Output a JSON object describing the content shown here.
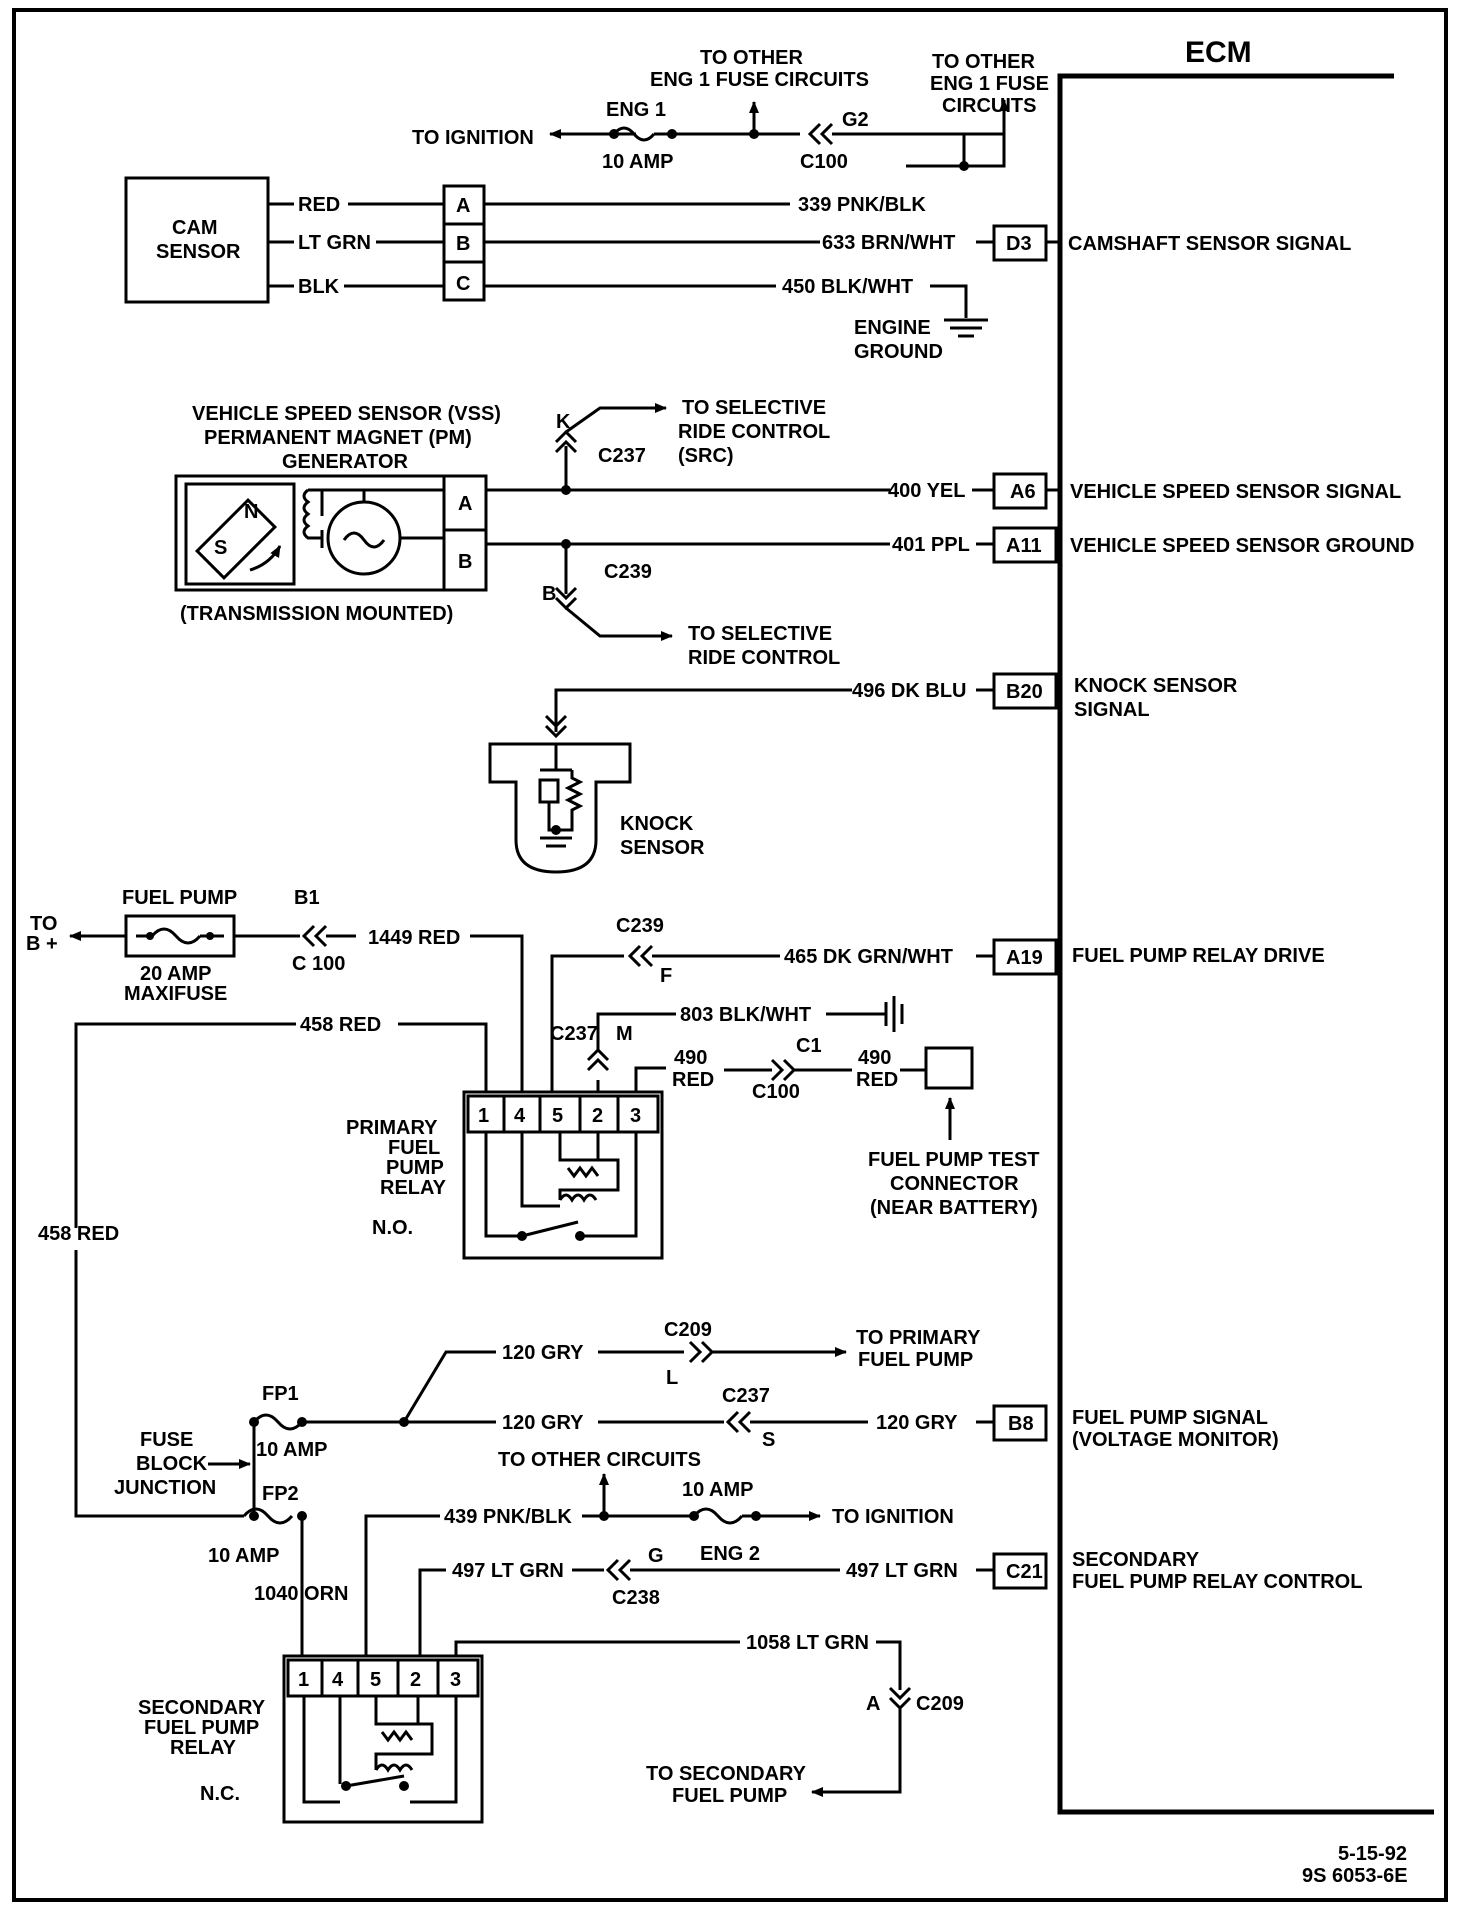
{
  "ecm": {
    "title": "ECM"
  },
  "top": {
    "to_ignition": "TO IGNITION",
    "eng1_fuse_name": "ENG 1",
    "eng1_fuse_rating": "10 AMP",
    "to_other_eng1_a": [
      "TO OTHER",
      "ENG 1 FUSE CIRCUITS"
    ],
    "to_other_eng1_b": [
      "TO OTHER",
      "ENG 1 FUSE",
      "CIRCUITS"
    ],
    "g2": "G2",
    "c100": "C100"
  },
  "cam": {
    "sensor_name": [
      "CAM",
      "SENSOR"
    ],
    "wires": [
      "RED",
      "LT GRN",
      "BLK"
    ],
    "pins": [
      "A",
      "B",
      "C"
    ],
    "circuit_339": "339 PNK/BLK",
    "circuit_633": "633 BRN/WHT",
    "circuit_450": "450 BLK/WHT",
    "engine_ground": [
      "ENGINE",
      "GROUND"
    ],
    "ecm_pin": "D3",
    "ecm_signal": "CAMSHAFT SENSOR SIGNAL"
  },
  "vss": {
    "title": [
      "VEHICLE SPEED SENSOR (VSS)",
      "PERMANENT MAGNET (PM)",
      "GENERATOR"
    ],
    "pins": [
      "A",
      "B"
    ],
    "pole_n": "N",
    "pole_s": "S",
    "mount_note": "(TRANSMISSION MOUNTED)",
    "k": "K",
    "c237": "C237",
    "to_src": [
      "TO SELECTIVE",
      "RIDE CONTROL",
      "(SRC)"
    ],
    "b": "B",
    "c239": "C239",
    "to_rc": [
      "TO SELECTIVE",
      "RIDE CONTROL"
    ],
    "circuit_400": "400 YEL",
    "circuit_401": "401 PPL",
    "ecm_pin_a6": "A6",
    "ecm_pin_a11": "A11",
    "signal_a6": "VEHICLE SPEED SENSOR SIGNAL",
    "signal_a11": "VEHICLE SPEED SENSOR GROUND"
  },
  "knock": {
    "circuit": "496 DK BLU",
    "ecm_pin": "B20",
    "signal": [
      "KNOCK SENSOR",
      "SIGNAL"
    ],
    "sensor_name": [
      "KNOCK",
      "SENSOR"
    ]
  },
  "fuelpump": {
    "to_bplus": [
      "TO",
      "B +"
    ],
    "maxifuse_name": "FUEL PUMP",
    "maxifuse_rating": [
      "20 AMP",
      "MAXIFUSE"
    ],
    "b1": "B1",
    "c100": "C 100",
    "circuit_1449": "1449 RED",
    "c239": "C239",
    "f": "F",
    "circuit_465": "465 DK GRN/WHT",
    "ecm_pin_a19": "A19",
    "signal_a19": "FUEL PUMP RELAY DRIVE",
    "circuit_803": "803 BLK/WHT",
    "c237": "C237",
    "m": "M",
    "circuit_458_top": "458 RED",
    "circuit_490_a": [
      "490",
      "RED"
    ],
    "c1": "C1",
    "c100b": "C100",
    "circuit_490_b": [
      "490",
      "RED"
    ],
    "test_connector": [
      "FUEL PUMP TEST",
      "CONNECTOR",
      "(NEAR BATTERY)"
    ],
    "primary_relay": [
      "PRIMARY",
      "FUEL",
      "PUMP",
      "RELAY"
    ],
    "primary_state": "N.O.",
    "relay_pins": [
      "1",
      "4",
      "5",
      "2",
      "3"
    ],
    "circuit_458_side": "458 RED"
  },
  "lower": {
    "circuit_120_a": "120 GRY",
    "c209": "C209",
    "l": "L",
    "to_primary_pump": [
      "TO PRIMARY",
      "FUEL PUMP"
    ],
    "fp1": "FP1",
    "fp1_rating": "10 AMP",
    "circuit_120_b": "120 GRY",
    "c237": "C237",
    "s": "S",
    "circuit_120_c": "120 GRY",
    "ecm_pin_b8": "B8",
    "signal_b8": [
      "FUEL PUMP SIGNAL",
      "(VOLTAGE MONITOR)"
    ],
    "fuse_block": [
      "FUSE",
      "BLOCK",
      "JUNCTION"
    ],
    "to_other_circuits": "TO OTHER CIRCUITS",
    "eng2_rating": "10 AMP",
    "eng2_name": "ENG 2",
    "fp2": "FP2",
    "fp2_rating": "10 AMP",
    "circuit_439": "439 PNK/BLK",
    "to_ignition": "TO IGNITION",
    "circuit_497_a": "497 LT GRN",
    "g": "G",
    "c238": "C238",
    "circuit_497_b": "497 LT GRN",
    "ecm_pin_c21": "C21",
    "signal_c21": [
      "SECONDARY",
      "FUEL PUMP RELAY CONTROL"
    ],
    "circuit_1040": "1040 ORN",
    "circuit_1058": "1058 LT GRN",
    "a": "A",
    "c209b": "C209",
    "to_secondary_pump": [
      "TO SECONDARY",
      "FUEL PUMP"
    ],
    "secondary_relay": [
      "SECONDARY",
      "FUEL PUMP",
      "RELAY"
    ],
    "secondary_state": "N.C.",
    "relay_pins": [
      "1",
      "4",
      "5",
      "2",
      "3"
    ]
  },
  "footer": {
    "date": "5-15-92",
    "code": "9S 6053-6E"
  }
}
